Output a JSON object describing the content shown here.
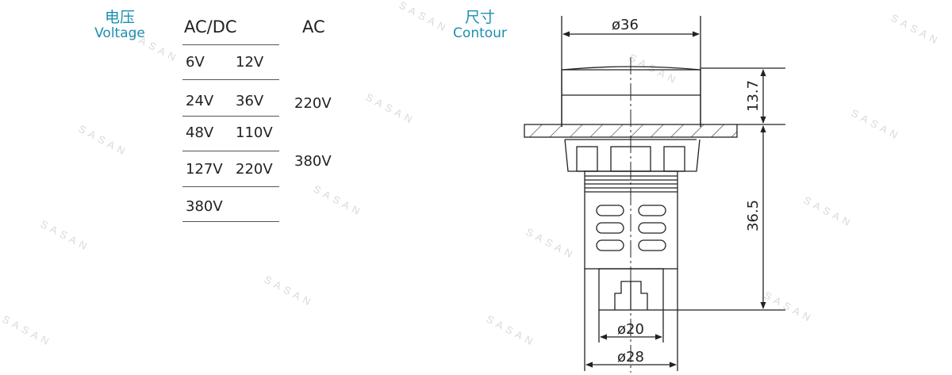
{
  "watermark": "SASAN",
  "voltage": {
    "title_cn": "电压",
    "title_en": "Voltage",
    "col_acdc": "AC/DC",
    "col_ac": "AC",
    "acdc_rows": [
      [
        "6V",
        "12V"
      ],
      [
        "24V",
        "36V"
      ],
      [
        "48V",
        "110V"
      ],
      [
        "127V",
        "220V"
      ],
      [
        "380V",
        ""
      ]
    ],
    "ac_values": [
      "220V",
      "380V"
    ]
  },
  "contour": {
    "title_cn": "尺寸",
    "title_en": "Contour",
    "dim_top": "ø36",
    "dim_cap": "13.7",
    "dim_body": "36.5",
    "dim_inner": "ø20",
    "dim_outer": "ø28"
  }
}
